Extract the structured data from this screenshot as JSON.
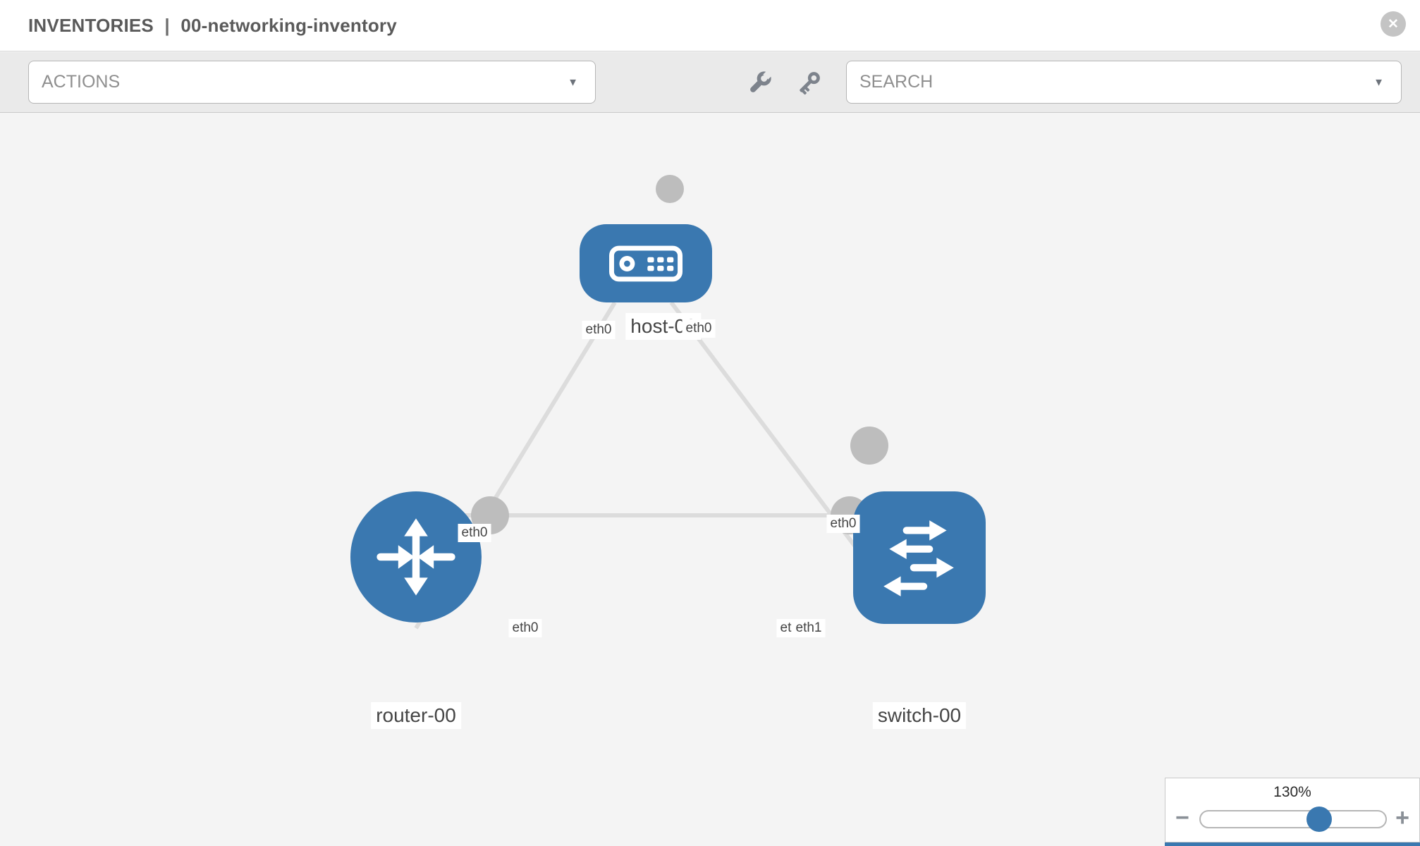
{
  "window": {
    "title_section": "INVENTORIES",
    "title_separator": "|",
    "title_name": "00-networking-inventory",
    "close_icon_glyph": "✕"
  },
  "toolbar": {
    "actions_dropdown": {
      "value": "ACTIONS",
      "caret_glyph": "▼"
    },
    "wrench_icon": "wrench-icon",
    "key_icon": "key-icon",
    "search_dropdown": {
      "value": "SEARCH",
      "caret_glyph": "▼"
    }
  },
  "topology": {
    "nodes": [
      {
        "id": "host-00",
        "type": "host",
        "label": "host-00"
      },
      {
        "id": "router-00",
        "type": "router",
        "label": "router-00"
      },
      {
        "id": "switch-00",
        "type": "switch",
        "label": "switch-00"
      }
    ],
    "links": [
      {
        "from": "host-00",
        "to": "router-00",
        "from_interface": "eth0",
        "to_interface": "eth0"
      },
      {
        "from": "host-00",
        "to": "switch-00",
        "from_interface": "eth0",
        "to_interface": "eth0"
      },
      {
        "from": "router-00",
        "to": "switch-00",
        "from_interface": "eth0",
        "to_interface": "eth1"
      }
    ],
    "interface_labels": {
      "host_to_router_at_host": "eth0",
      "host_to_switch_at_host": "eth0",
      "host_to_router_at_router": "eth0",
      "host_to_switch_at_switch": "eth0",
      "router_to_switch_at_router": "eth0",
      "router_to_switch_at_switch_back": "eth0",
      "router_to_switch_at_switch_front": "eth1"
    }
  },
  "zoom_control": {
    "level": "130%",
    "minus_glyph": "−",
    "plus_glyph": "+"
  },
  "colors": {
    "node_blue": "#3a78b0",
    "link_gray": "#dcdcdc",
    "stub_gray": "#bdbdbd",
    "toolbar_bg": "#eaeaea",
    "canvas_bg": "#f4f4f4",
    "close_button_gray": "#c4c4c4"
  }
}
